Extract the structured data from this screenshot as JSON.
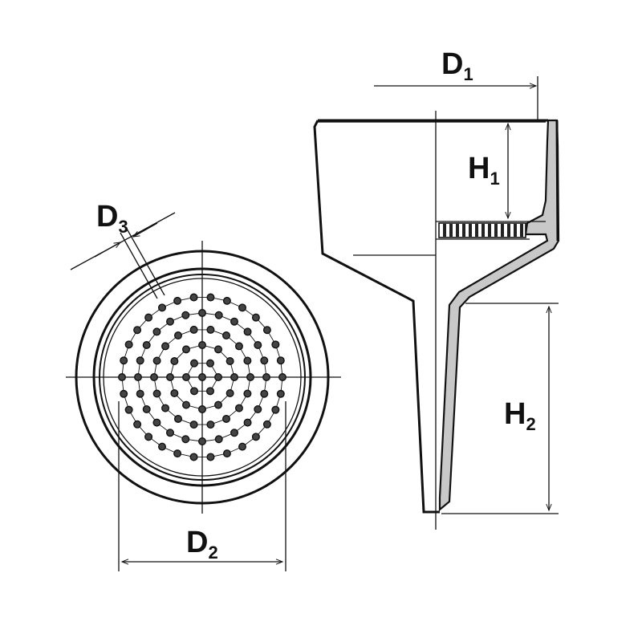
{
  "labels": {
    "d1": {
      "main": "D",
      "sub": "1"
    },
    "d2": {
      "main": "D",
      "sub": "2"
    },
    "d3": {
      "main": "D",
      "sub": "3"
    },
    "h1": {
      "main": "H",
      "sub": "1"
    },
    "h2": {
      "main": "H",
      "sub": "2"
    }
  },
  "colors": {
    "line": "#111111",
    "wall_fill": "#c8c8c8",
    "background": "#ffffff"
  },
  "perforation": {
    "rings": [
      1,
      6,
      12,
      18,
      24,
      30
    ]
  }
}
